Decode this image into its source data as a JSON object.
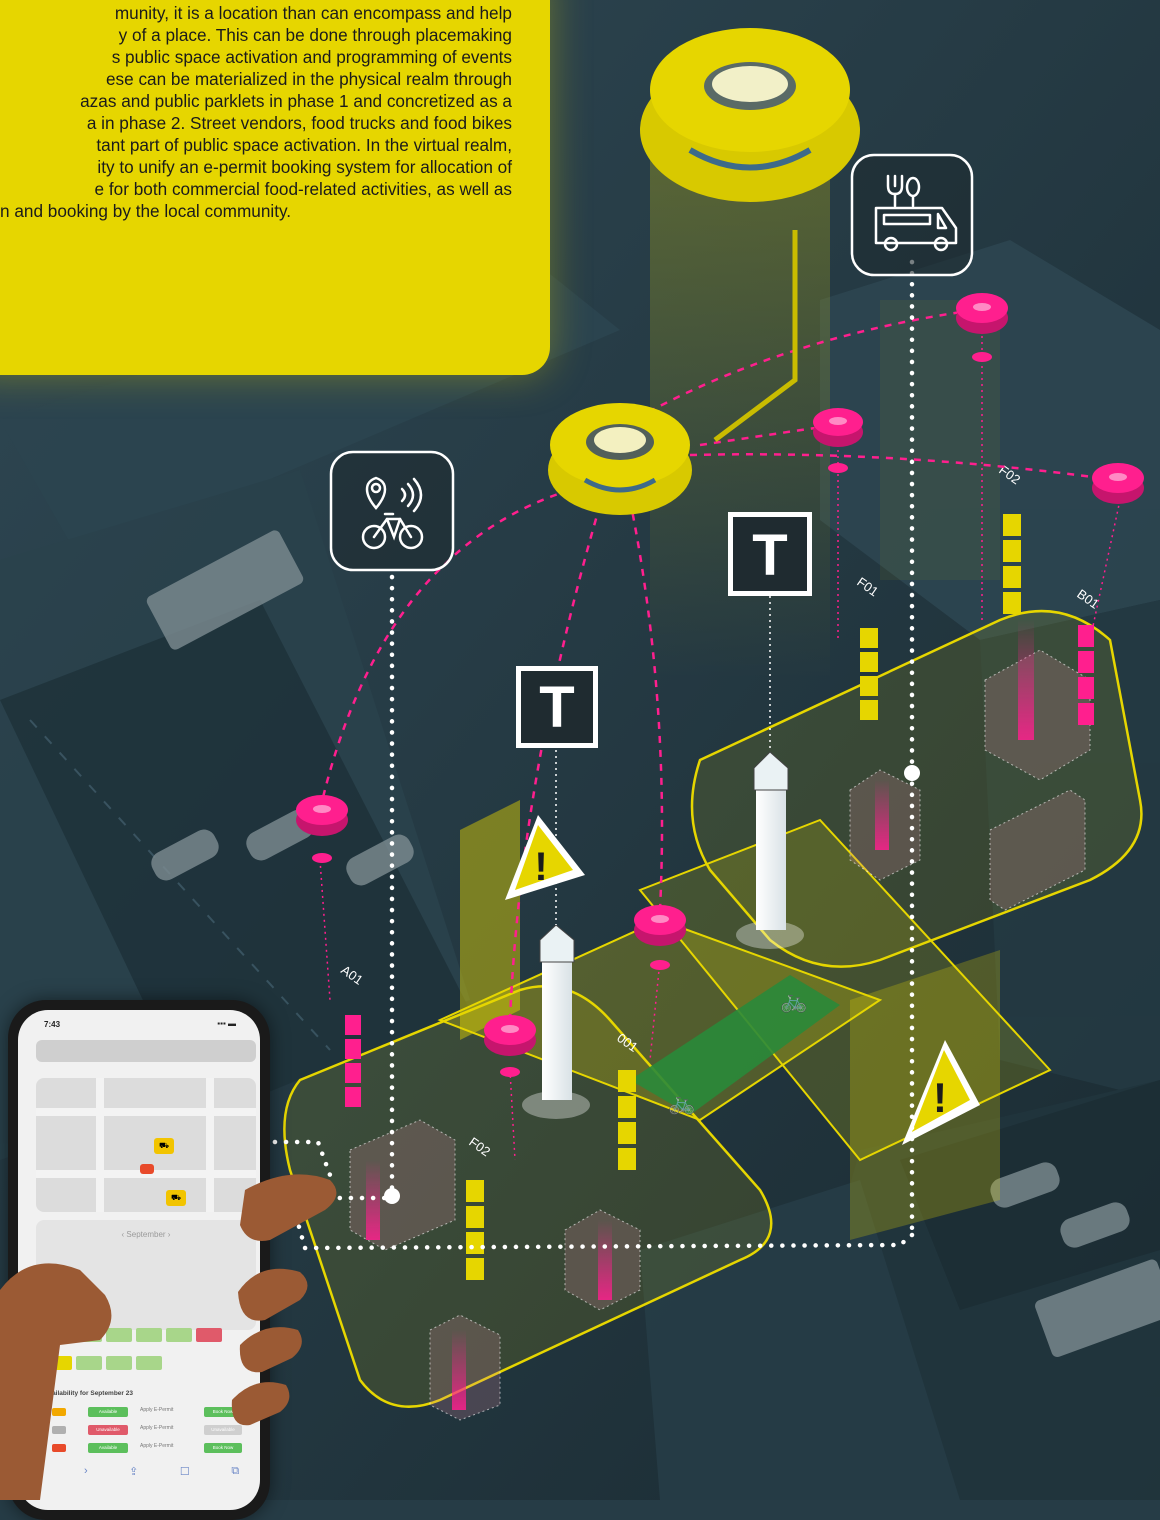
{
  "intro_text": {
    "lines": [
      "munity, it is a location than can encompass and help",
      "y of a place. This can be done through placemaking",
      "s public space activation and programming of events",
      "ese can be materialized in the physical realm through",
      "azas and public parklets in phase 1 and concretized as a",
      "a in phase 2. Street vendors, food trucks and food bikes",
      "tant part of public space activation. In the virtual realm,",
      "ity to unify an e-permit booking system for allocation of",
      "e for both commercial food-related activities, as well as",
      "n and booking by the local community."
    ]
  },
  "zone_labels": [
    "F02",
    "F01",
    "B01",
    "A01",
    "001",
    "F02"
  ],
  "signs": {
    "transit_letter": "T",
    "warning_symbol": "!"
  },
  "icons": {
    "bike_share": "bike-share-location-wifi-icon",
    "food_truck": "food-truck-icon",
    "transit": "transit-sign-icon",
    "warning": "warning-triangle-icon",
    "bike_lane": "bicycle-icon"
  },
  "colors": {
    "highlight_yellow": "#e6d600",
    "sensor_magenta": "#ff1f8e",
    "bike_lane_green": "#2a8a3a",
    "background_teal": "#263c46"
  },
  "phone": {
    "time": "7:43",
    "signal": "▪▪▪ ▬",
    "month": "‹ September ›",
    "availability_title": "Availability for September 23",
    "rows": [
      {
        "status": "Available",
        "action": "Apply E-Permit",
        "button": "Book Now",
        "status_color": "#5cbf5c",
        "button_color": "#5cbf5c",
        "tag_color": "#f2a800"
      },
      {
        "status": "Unavailable",
        "action": "Apply E-Permit",
        "button": "Unavailable",
        "status_color": "#e05a6a",
        "button_color": "#cfcfcf",
        "tag_color": "#b0b0b0"
      },
      {
        "status": "Available",
        "action": "Apply E-Permit",
        "button": "Book Now",
        "status_color": "#5cbf5c",
        "button_color": "#5cbf5c",
        "tag_color": "#e84a2a"
      }
    ],
    "toolbar": [
      "‹",
      "›",
      "⇪",
      "☐",
      "⧉"
    ]
  }
}
